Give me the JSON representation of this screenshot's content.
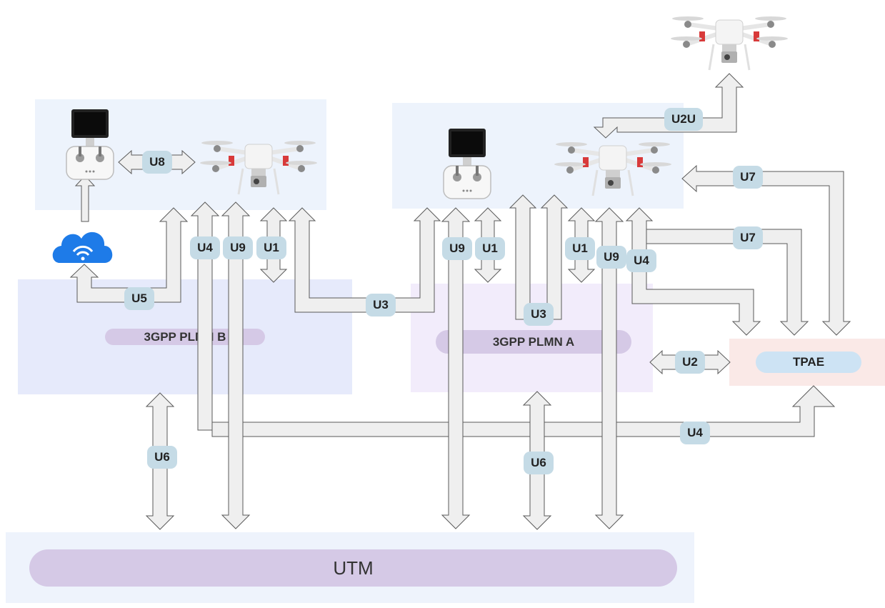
{
  "networks": {
    "plmn_b": "3GPP PLMN B",
    "plmn_a": "3GPP PLMN A",
    "tpae": "TPAE",
    "utm": "UTM"
  },
  "interfaces": {
    "u8": "U8",
    "u5": "U5",
    "u4_b": "U4",
    "u9_b": "U9",
    "u1_b": "U1",
    "u3_top": "U3",
    "u9_a1": "U9",
    "u1_a1": "U1",
    "u3_inner": "U3",
    "u1_a2": "U1",
    "u9_a2": "U9",
    "u4_a": "U4",
    "u2u": "U2U",
    "u7_top": "U7",
    "u7_mid": "U7",
    "u2": "U2",
    "u4_bottom": "U4",
    "u6_b": "U6",
    "u6_a": "U6"
  },
  "icons": [
    "remote-controller-icon",
    "drone-icon",
    "cloud-wifi-icon"
  ],
  "colors": {
    "arrow_fill": "#efefef",
    "arrow_stroke": "#5a5a5a",
    "label_bg": "#c5dbe6",
    "plmn_b_bg": "#e6eafb",
    "plmn_a_bg": "#f2ecfb",
    "tpae_bg": "#fae9e7",
    "tpae_pill": "#cde3f4",
    "utm_bg": "#eef3fc",
    "pill_purple": "#d5c9e6",
    "uav_area_bg": "#edf3fc"
  }
}
